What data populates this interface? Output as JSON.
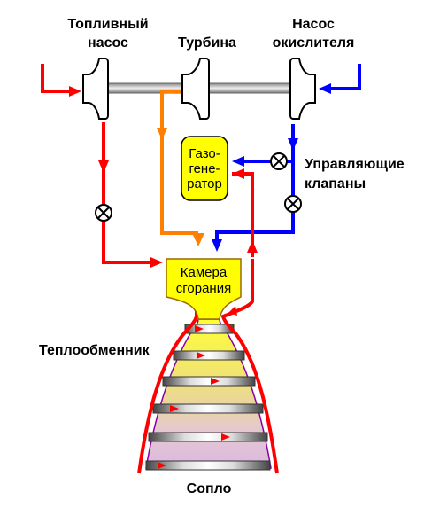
{
  "labels": {
    "fuel_pump_1": "Топливный",
    "fuel_pump_2": "насос",
    "turbine": "Турбина",
    "oxidizer_pump_1": "Насос",
    "oxidizer_pump_2": "окислителя",
    "gas_generator_1": "Газо-",
    "gas_generator_2": "гене-",
    "gas_generator_3": "ратор",
    "control_valves_1": "Управляющие",
    "control_valves_2": "клапаны",
    "chamber_1": "Камера",
    "chamber_2": "сгорания",
    "heat_exchanger": "Теплообменник",
    "nozzle": "Сопло"
  },
  "colors": {
    "fuel": "#ff0000",
    "oxidizer": "#0000ff",
    "turbine_gas": "#ff8000",
    "chamber_fill": "#ffff00",
    "shaft": "#a0a0a0"
  }
}
